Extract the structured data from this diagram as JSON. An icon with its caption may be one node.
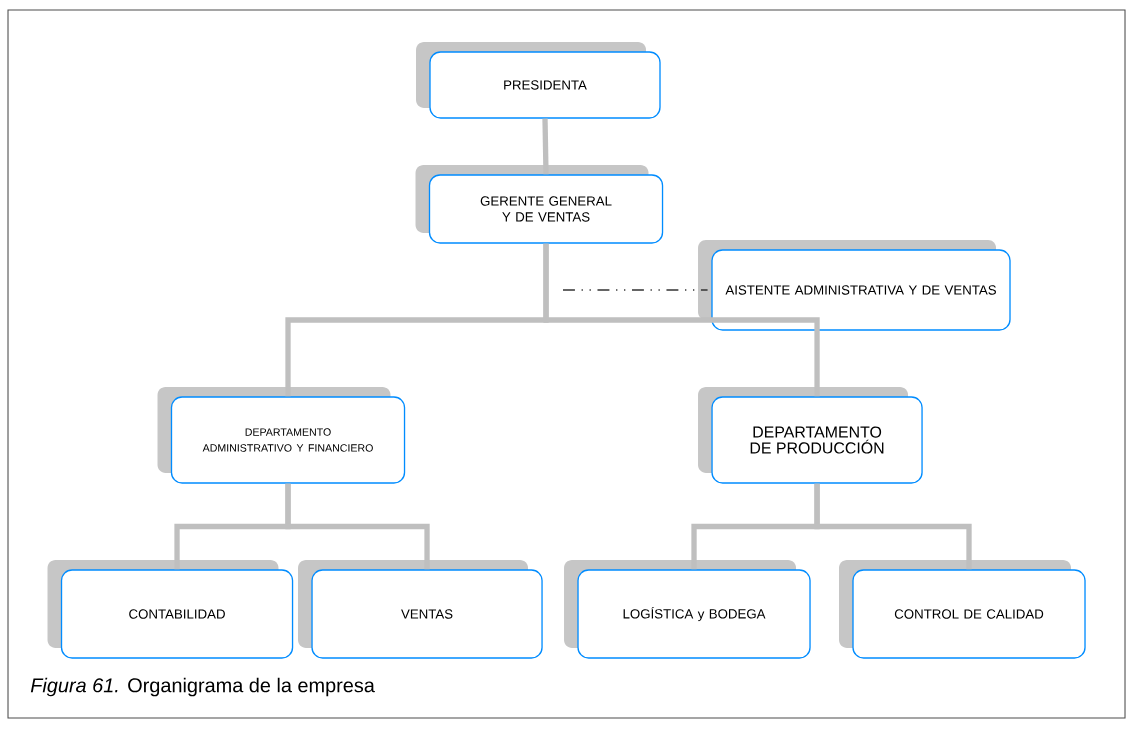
{
  "diagram": {
    "nodes": [
      {
        "text": [
          "PRESIDENTA"
        ]
      },
      {
        "text": [
          "GERENTE GENERAL Y DE VENTAS"
        ]
      },
      {
        "text": [
          "AISTENTE ADMINISTRATIVA Y DE VENTAS"
        ]
      },
      {
        "text": [
          "DEPARTAMENTO ADMINISTRATIVO Y FINANCIERO"
        ]
      },
      {
        "text": [
          "DEPARTAMENTO DE PRODUCCIÓN"
        ]
      },
      {
        "text": [
          "CONTABILIDAD"
        ]
      },
      {
        "text": [
          "VENTAS"
        ]
      },
      {
        "text": [
          "LOGÍSTICA y BODEGA"
        ]
      },
      {
        "text": [
          "CONTROL DE CALIDAD"
        ]
      }
    ],
    "edges": [
      {
        "from": 0,
        "to": 1,
        "arrow": "none"
      },
      {
        "from": 1,
        "to": 2,
        "arrow": "none",
        "style": "dashed",
        "color": "#333333"
      },
      {
        "from": 1,
        "to": 3,
        "arrow": "none"
      },
      {
        "from": 1,
        "to": 4,
        "arrow": "none"
      },
      {
        "from": 3,
        "to": 5,
        "arrow": "none"
      },
      {
        "from": 3,
        "to": 6,
        "arrow": "none"
      },
      {
        "from": 4,
        "to": 7,
        "arrow": "none"
      },
      {
        "from": 4,
        "to": 8,
        "arrow": "none"
      }
    ],
    "caption": "*Figura 61.* Organigrama de la empresa"
  }
}
